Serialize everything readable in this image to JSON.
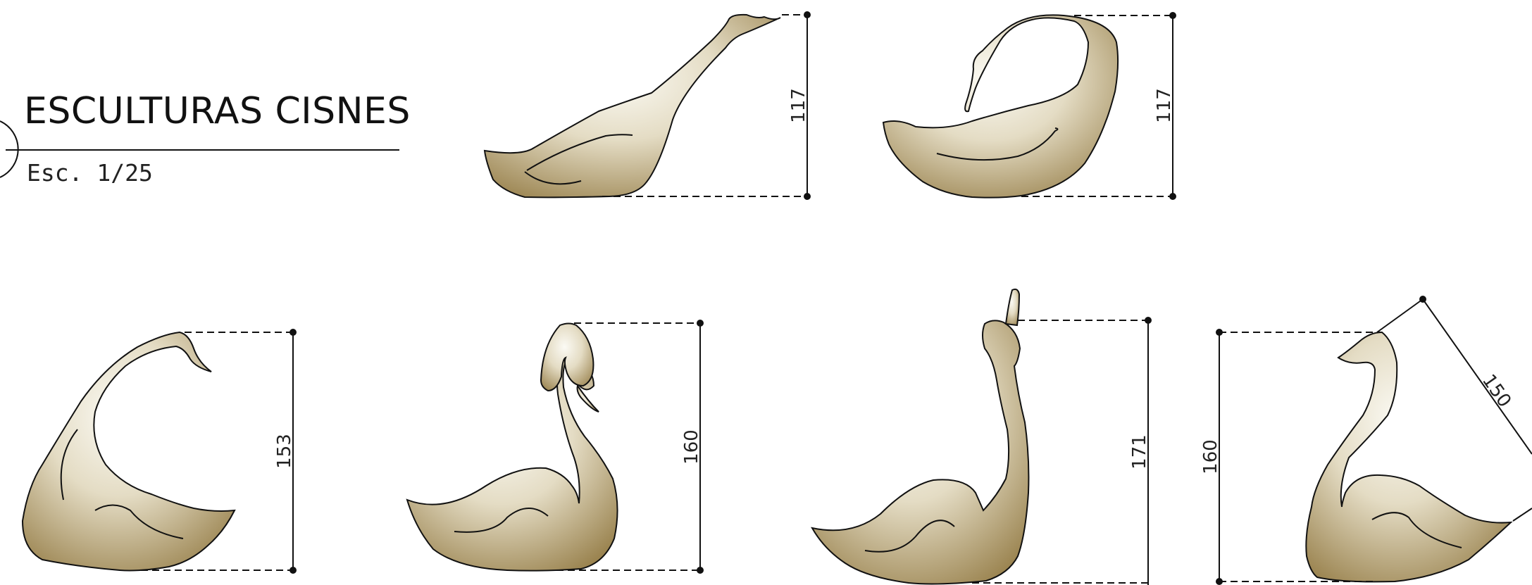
{
  "drawing": {
    "title": "ESCULTURAS CISNES",
    "scale": "Esc. 1/25"
  },
  "dimensions": {
    "d1": "117",
    "d2": "117",
    "d3": "153",
    "d4": "160",
    "d5": "171",
    "d6": "160",
    "d7": "150"
  },
  "colors": {
    "sculpture_fill_dark": "#9a834f",
    "sculpture_fill_light": "#fbfaf4",
    "line": "#111111"
  }
}
